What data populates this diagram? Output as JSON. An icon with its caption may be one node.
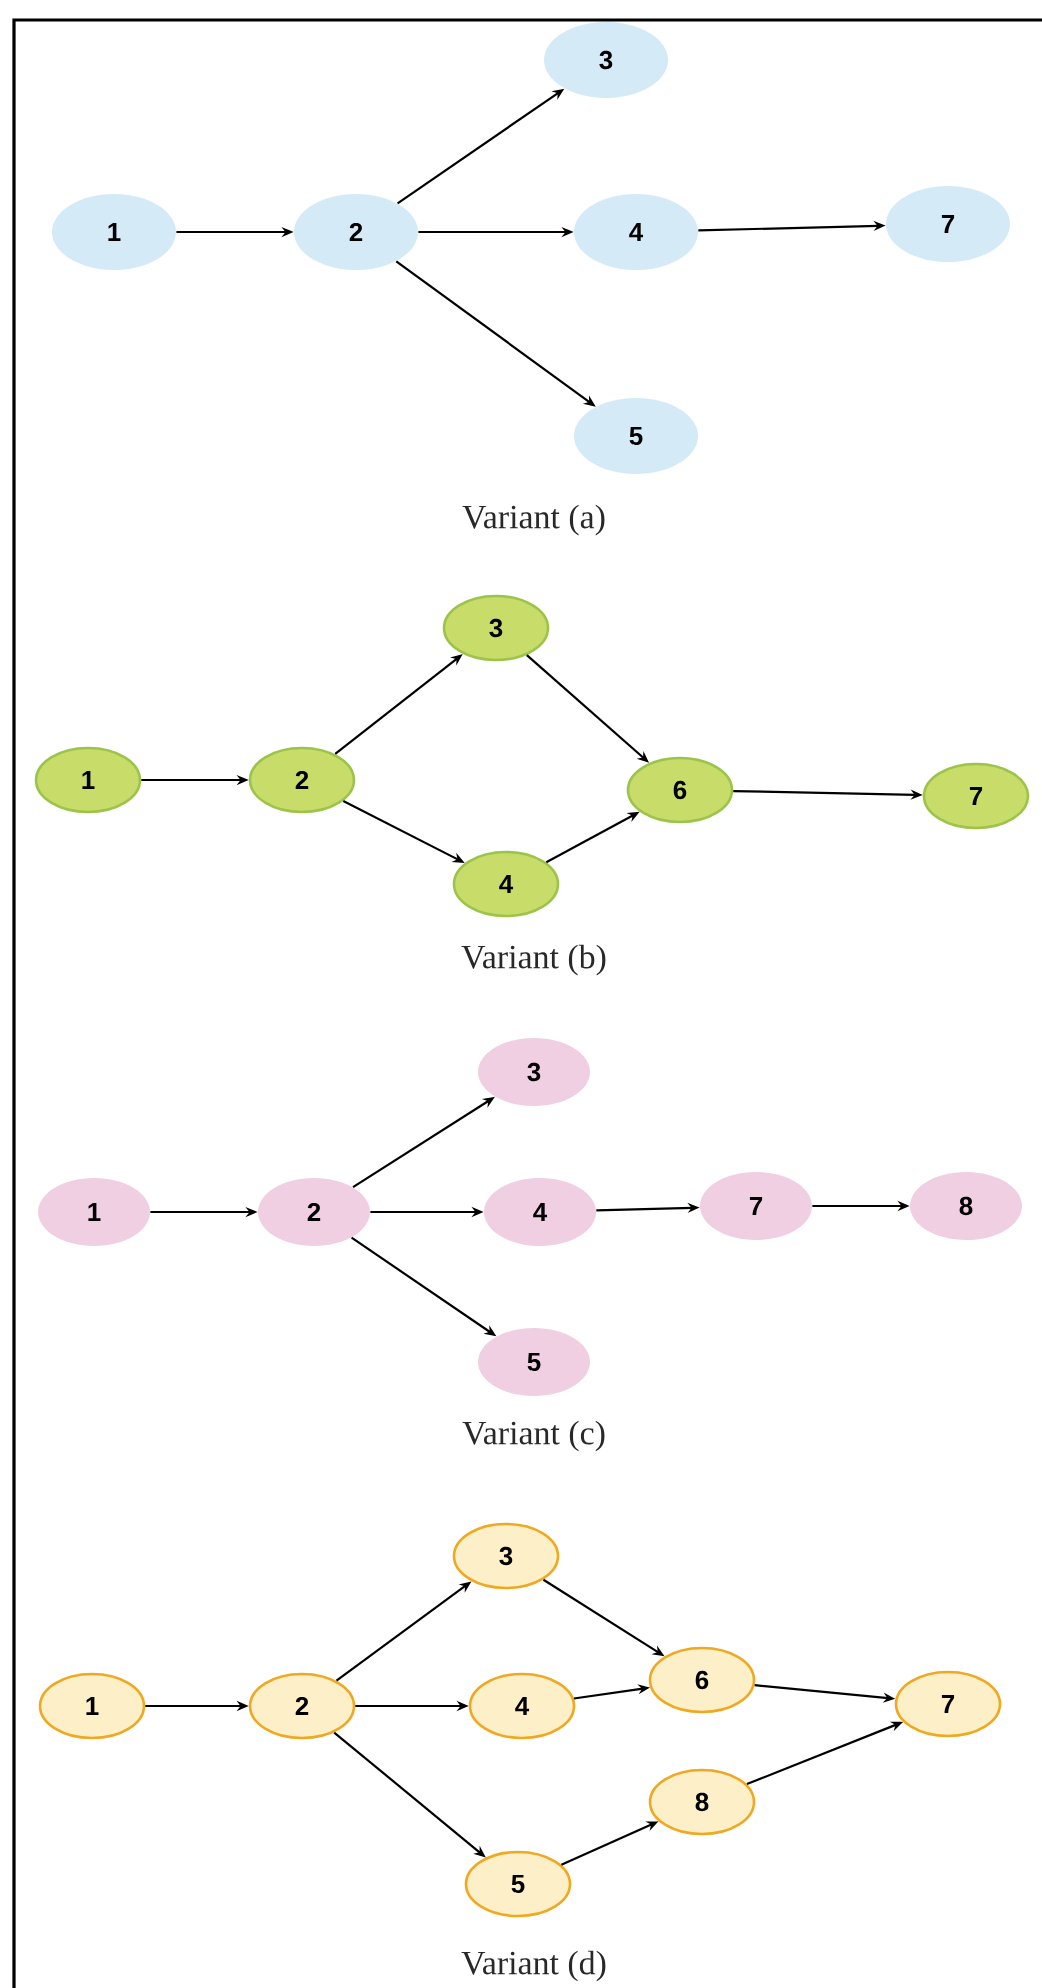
{
  "diagram": {
    "nodes": [
      {
        "text": [
          "1"
        ]
      },
      {
        "text": [
          "2"
        ]
      },
      {
        "text": [
          "3"
        ]
      },
      {
        "text": [
          "4"
        ]
      },
      {
        "text": [
          "5"
        ]
      },
      {
        "text": [
          "7"
        ]
      },
      {
        "text": [
          "1"
        ]
      },
      {
        "text": [
          "2"
        ]
      },
      {
        "text": [
          "3"
        ]
      },
      {
        "text": [
          "4"
        ]
      },
      {
        "text": [
          "6"
        ]
      },
      {
        "text": [
          "7"
        ]
      },
      {
        "text": [
          "1"
        ]
      },
      {
        "text": [
          "2"
        ]
      },
      {
        "text": [
          "3"
        ]
      },
      {
        "text": [
          "4"
        ]
      },
      {
        "text": [
          "5"
        ]
      },
      {
        "text": [
          "7"
        ]
      },
      {
        "text": [
          "8"
        ]
      },
      {
        "text": [
          "1"
        ]
      },
      {
        "text": [
          "2"
        ]
      },
      {
        "text": [
          "3"
        ]
      },
      {
        "text": [
          "4"
        ]
      },
      {
        "text": [
          "5"
        ]
      },
      {
        "text": [
          "6"
        ]
      },
      {
        "text": [
          "7"
        ]
      },
      {
        "text": [
          "8"
        ]
      }
    ],
    "edges": [
      {
        "from": 0,
        "to": 1,
        "arrow": "to"
      },
      {
        "from": 1,
        "to": 2,
        "arrow": "to"
      },
      {
        "from": 1,
        "to": 3,
        "arrow": "to"
      },
      {
        "from": 1,
        "to": 4,
        "arrow": "to"
      },
      {
        "from": 3,
        "to": 5,
        "arrow": "to"
      },
      {
        "from": 6,
        "to": 7,
        "arrow": "to"
      },
      {
        "from": 7,
        "to": 8,
        "arrow": "to"
      },
      {
        "from": 7,
        "to": 9,
        "arrow": "to"
      },
      {
        "from": 8,
        "to": 10,
        "arrow": "to"
      },
      {
        "from": 9,
        "to": 10,
        "arrow": "to"
      },
      {
        "from": 10,
        "to": 11,
        "arrow": "to"
      },
      {
        "from": 12,
        "to": 13,
        "arrow": "to"
      },
      {
        "from": 13,
        "to": 14,
        "arrow": "to"
      },
      {
        "from": 13,
        "to": 15,
        "arrow": "to"
      },
      {
        "from": 13,
        "to": 16,
        "arrow": "to"
      },
      {
        "from": 15,
        "to": 17,
        "arrow": "to"
      },
      {
        "from": 17,
        "to": 18,
        "arrow": "to"
      },
      {
        "from": 19,
        "to": 20,
        "arrow": "to"
      },
      {
        "from": 20,
        "to": 21,
        "arrow": "to"
      },
      {
        "from": 20,
        "to": 22,
        "arrow": "to"
      },
      {
        "from": 20,
        "to": 23,
        "arrow": "to"
      },
      {
        "from": 21,
        "to": 24,
        "arrow": "to"
      },
      {
        "from": 22,
        "to": 24,
        "arrow": "to"
      },
      {
        "from": 24,
        "to": 25,
        "arrow": "to"
      },
      {
        "from": 23,
        "to": 26,
        "arrow": "to"
      },
      {
        "from": 26,
        "to": 25,
        "arrow": "to"
      }
    ],
    "labels": [
      "Variant (a)",
      "Variant (b)",
      "Variant (c)",
      "Variant (d)"
    ]
  }
}
